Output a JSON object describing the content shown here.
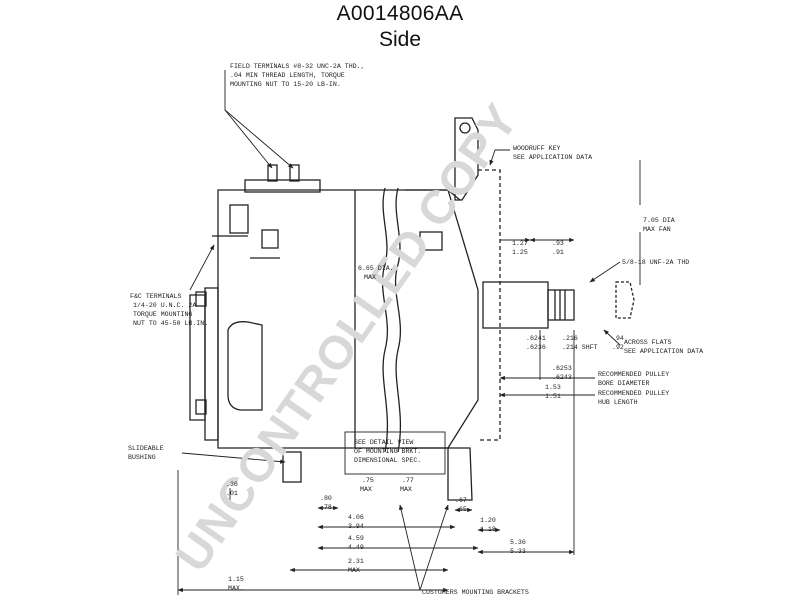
{
  "title": "A0014806AA",
  "subtitle": "Side",
  "watermark": "UNCONTROLLED COPY",
  "callouts": {
    "field_terminals": [
      "FIELD TERMINALS #8-32 UNC-2A THD.,",
      ".04 MIN THREAD LENGTH, TORQUE",
      "MOUNTING NUT TO 15-20 LB-IN."
    ],
    "fac_terminals": [
      "F&C TERMINALS",
      "1/4-20 U.N.C. 2A",
      "TORQUE MOUNTING",
      "NUT TO 45-50 LB.IN."
    ],
    "woodruff_key": [
      "WOODRUFF KEY",
      "SEE APPLICATION DATA"
    ],
    "max_fan": [
      "7.05 DIA",
      "MAX FAN"
    ],
    "thread": "5/8-18 UNF-2A THD",
    "across_flats": [
      ".94",
      ".92",
      "ACROSS FLATS",
      "SEE APPLICATION DATA"
    ],
    "pulley_bore": [
      "RECOMMENDED PULLEY",
      "BORE DIAMETER"
    ],
    "pulley_hub": [
      "RECOMMENDED PULLEY",
      "HUB LENGTH"
    ],
    "slideable_bushing": [
      "SLIDEABLE",
      "BUSHING"
    ],
    "see_detail": [
      "SEE DETAIL VIEW",
      "OF MOUNTING BRKT.",
      "DIMENSIONAL SPEC."
    ],
    "customers_brackets": "CUSTOMERS MOUNTING BRACKETS",
    "body_dia": [
      "6.65 DIA.",
      "MAX"
    ]
  },
  "dimensions": {
    "d_127": [
      "1.27",
      "1.25"
    ],
    "d_93": [
      ".93",
      ".91"
    ],
    "d_6241": [
      ".6241",
      ".6236"
    ],
    "d_216": [
      ".216",
      ".214 SHFT"
    ],
    "d_6253": [
      ".6253",
      ".6243"
    ],
    "d_153": [
      "1.53",
      "1.51"
    ],
    "d_36": [
      ".36",
      ".01"
    ],
    "d_80": [
      ".80",
      ".78"
    ],
    "d_75": [
      ".75",
      "MAX"
    ],
    "d_77": [
      ".77",
      "MAX"
    ],
    "d_67": [
      ".67",
      ".65"
    ],
    "d_406": [
      "4.06",
      "3.94"
    ],
    "d_120": [
      "1.20",
      "1.18"
    ],
    "d_459": [
      "4.59",
      "4.49"
    ],
    "d_536": [
      "5.36",
      "5.33"
    ],
    "d_231": [
      "2.31",
      "MAX"
    ],
    "d_115": [
      "1.15",
      "MAX."
    ]
  }
}
